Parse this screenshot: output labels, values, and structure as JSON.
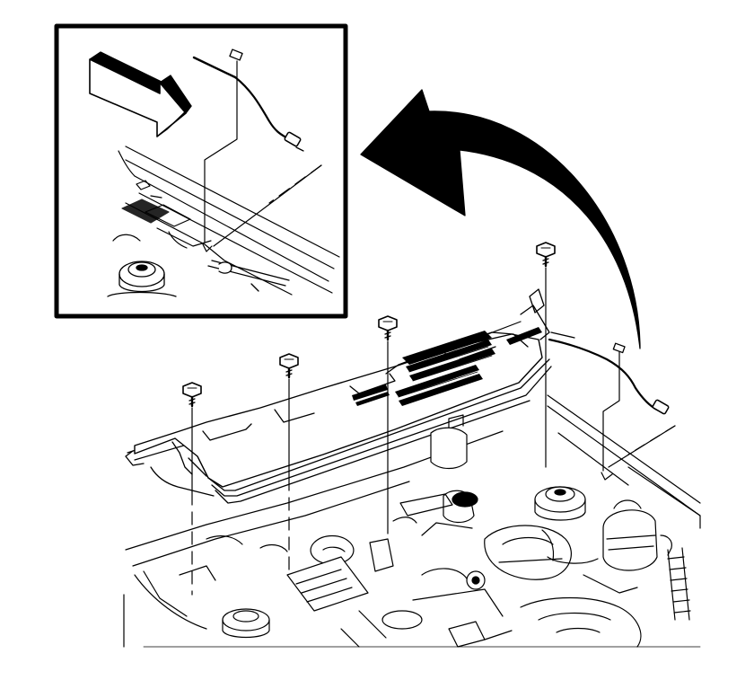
{
  "diagram": {
    "inset": {
      "has_direction_arrow": true
    },
    "fasteners": {
      "bolt_count": 4,
      "connector_count": 1
    },
    "callout_arrow": {
      "direction": "from-vehicle-to-inset"
    },
    "colors": {
      "ink": "#000000",
      "paper": "#ffffff"
    }
  }
}
